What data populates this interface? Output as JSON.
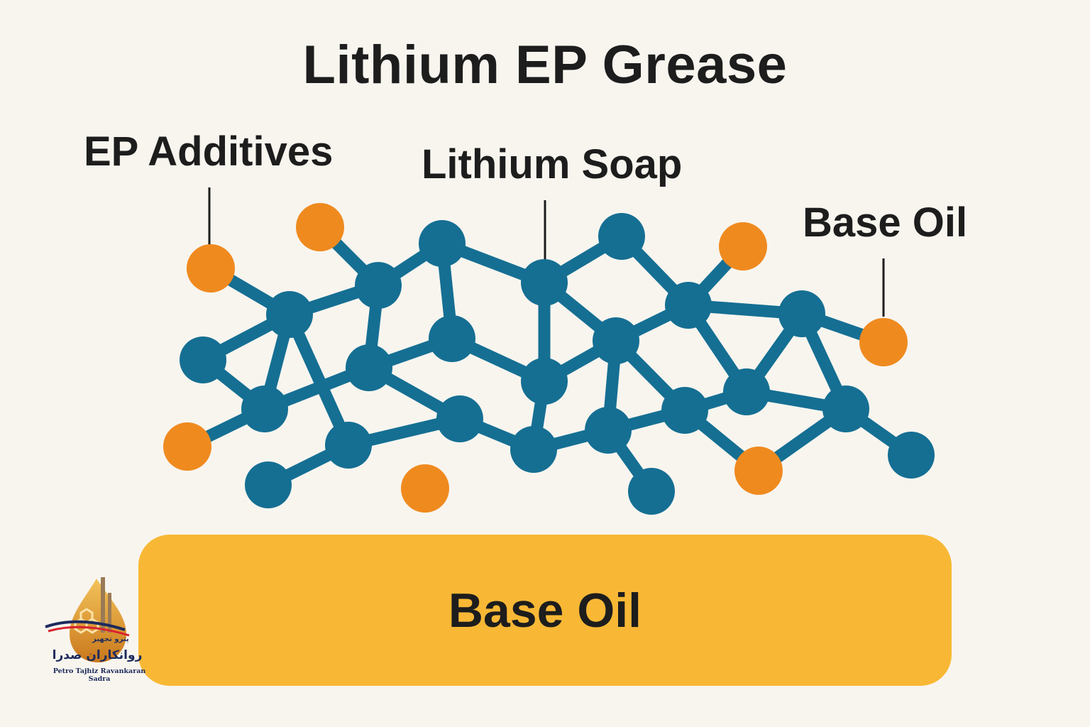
{
  "title": "Lithium EP Grease",
  "labels": {
    "ep_additives": "EP Additives",
    "lithium_soap": "Lithium Soap",
    "base_oil_top": "Base Oil"
  },
  "base_oil_box": "Base Oil",
  "colors": {
    "background": "#f8f5ef",
    "soap_node": "#156f93",
    "additive_node": "#ef8a1f",
    "base_oil": "#f8b835",
    "text": "#1d1d1d"
  },
  "logo": {
    "name_fa_small": "پترو تجهیز",
    "name_fa": "روانکاران صدرا",
    "name_en": "Petro Tajhiz Ravankaran Sadra"
  }
}
